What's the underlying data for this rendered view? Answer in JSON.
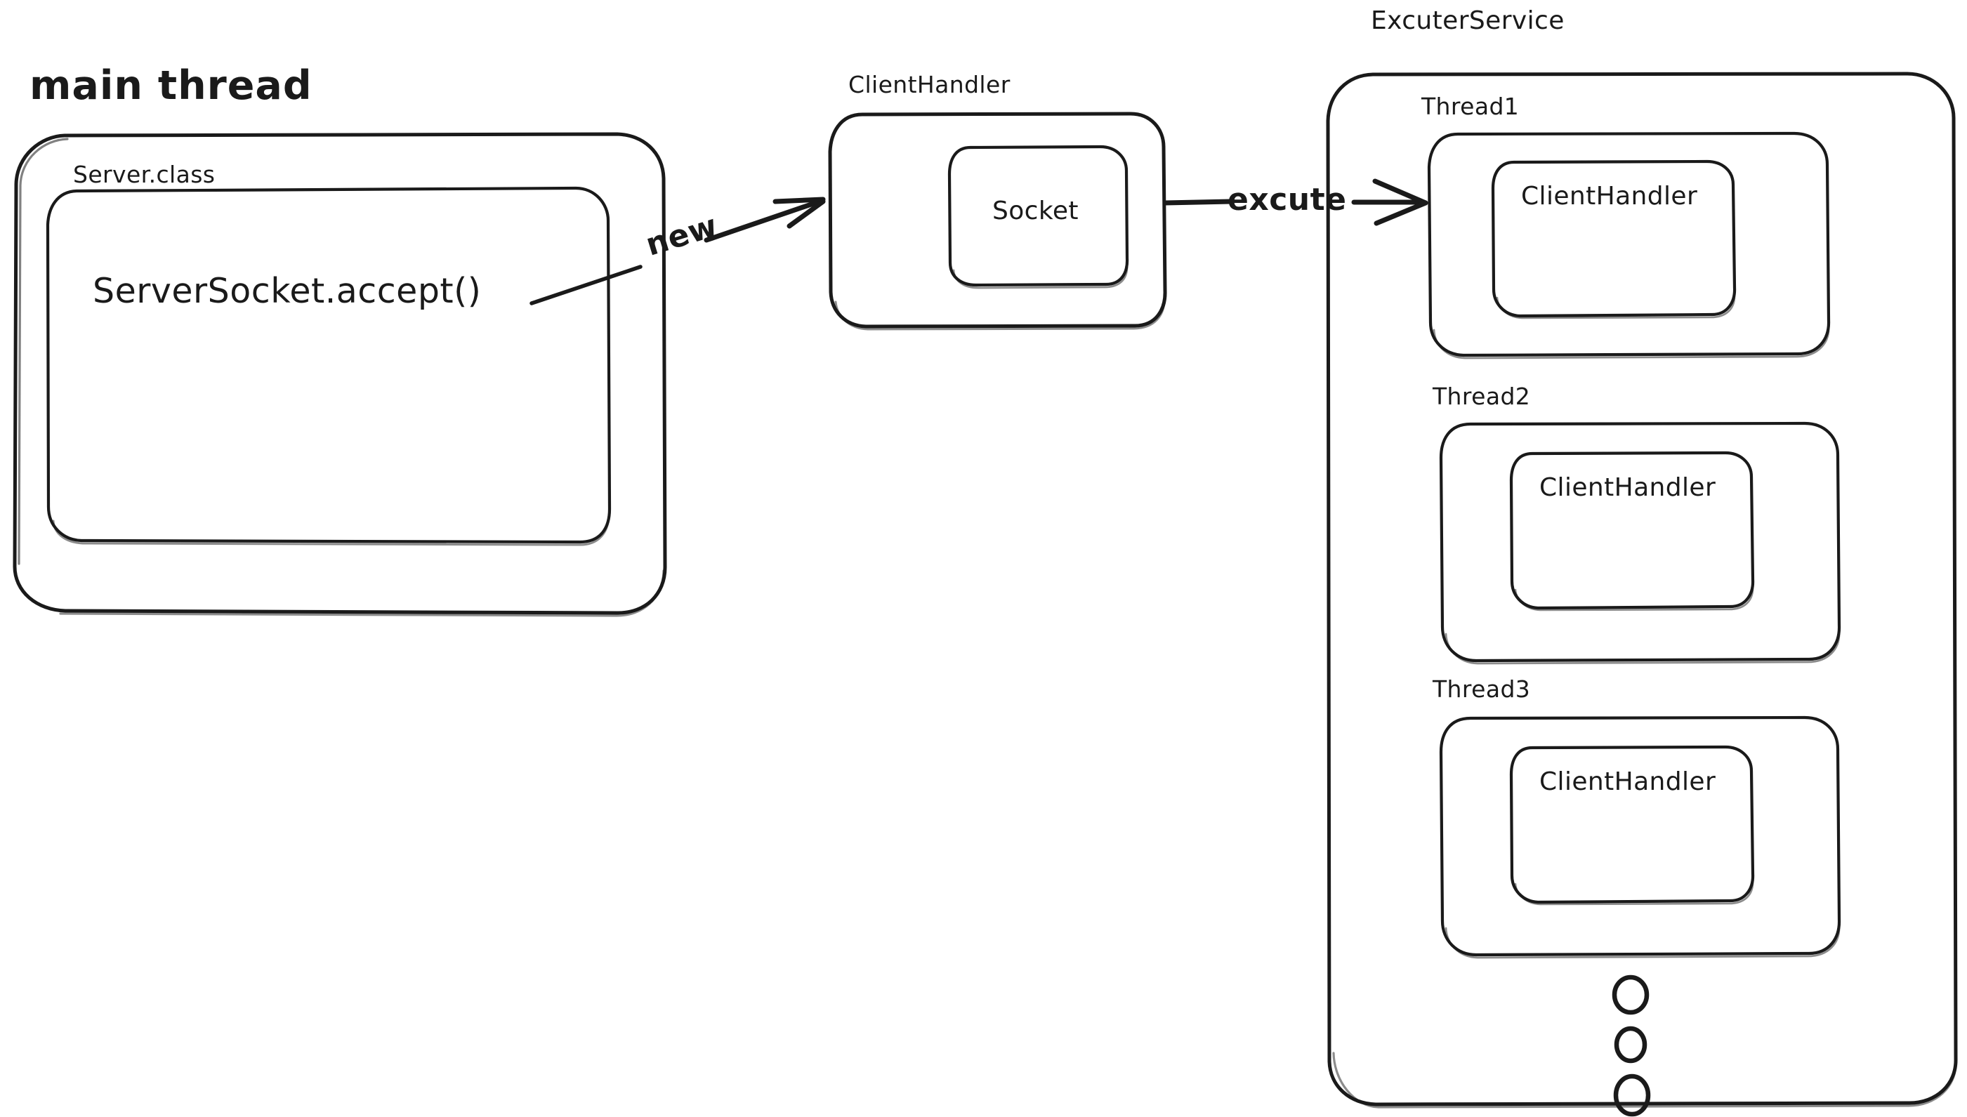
{
  "diagram": {
    "title_visible": false,
    "background": "#ffffff",
    "ink_color": "#1a1a1a",
    "main_thread": {
      "title": "main thread",
      "server_class": {
        "title": "Server.class",
        "method": "ServerSocket.accept()"
      }
    },
    "client_handler": {
      "title": "ClientHandler",
      "socket": {
        "title": "Socket"
      }
    },
    "executor_service": {
      "title": "ExcuterService",
      "threads": [
        {
          "title": "Thread1",
          "handler": "ClientHandler"
        },
        {
          "title": "Thread2",
          "handler": "ClientHandler"
        },
        {
          "title": "Thread3",
          "handler": "ClientHandler"
        }
      ],
      "ellipsis_dots": 3
    },
    "arrows": [
      {
        "label": "new",
        "from": "ServerSocket.accept()",
        "to": "ClientHandler"
      },
      {
        "label": "excute",
        "from": "ClientHandler",
        "to": "Thread1"
      }
    ]
  }
}
